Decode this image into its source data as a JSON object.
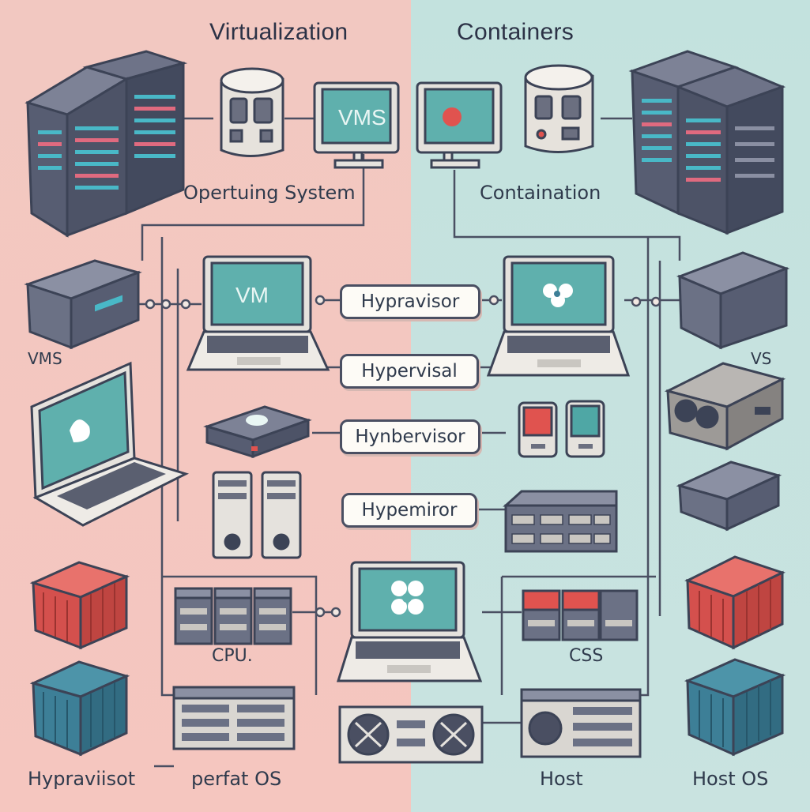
{
  "titles": {
    "left": "Virtualization",
    "right": "Containers"
  },
  "captions": {
    "operating_system": "Opertuing System",
    "containation": "Containation",
    "vms": "VMS",
    "vs": "VS",
    "cpu": "CPU.",
    "css": "CSS",
    "hypravisor_bottom": "Hypraviisot",
    "perfat_os": "perfat OS",
    "host": "Host",
    "host_os": "Host OS"
  },
  "tags": [
    "Hypravisor",
    "Hypervisal",
    "Hynbervisor",
    "Hypemiror"
  ],
  "screens": {
    "top_monitor": "VMS",
    "left_laptop": "VM"
  },
  "colors": {
    "left_bg": "#f2c8c1",
    "right_bg": "#c3e2de",
    "outline": "#3c4356",
    "screen": "#4fa7a5",
    "red": "#e0534f",
    "blue": "#3d7f97"
  }
}
